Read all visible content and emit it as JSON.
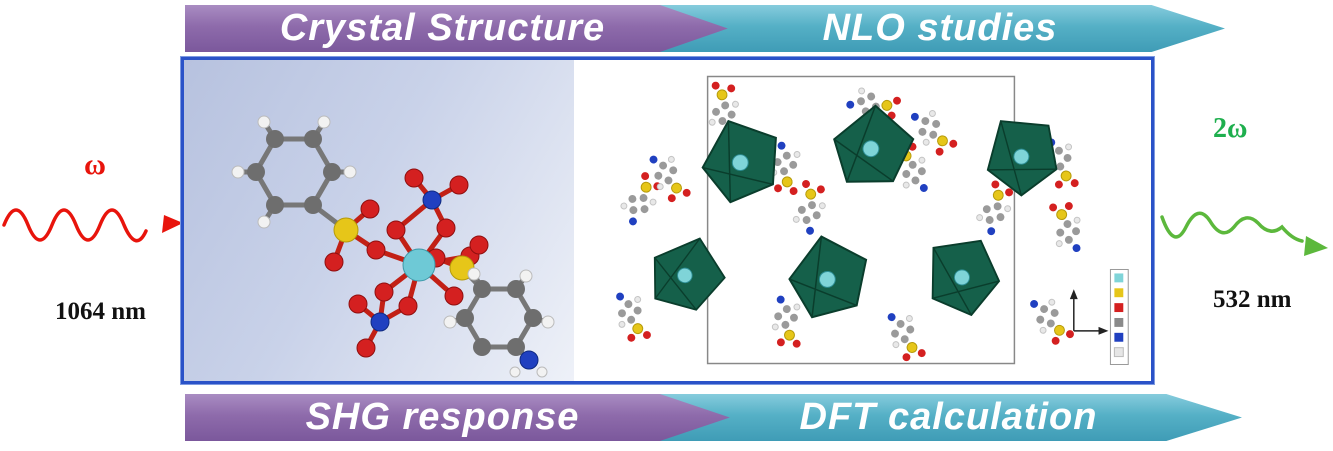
{
  "figure": {
    "type": "graphical-abstract",
    "banners": {
      "crystal_structure": "Crystal Structure",
      "nlo_studies": "NLO studies",
      "shg_response": "SHG response",
      "dft_calculation": "DFT calculation"
    },
    "input_beam": {
      "symbol": "ω",
      "wavelength": "1064 nm",
      "arrow": "red-wavy-arrow-pointing-right"
    },
    "output_beam": {
      "symbol": "2ω",
      "wavelength": "532 nm",
      "arrow": "green-wavy-arrow-pointing-right"
    },
    "images": {
      "left_panel": "ball-and-stick molecular structure of metal sulfanilate/nitrate complex",
      "right_panel": "crystal packing diagram with green coordination polyhedra inside unit cell, atom color legend and axis marker"
    },
    "colors": {
      "banner_purple": "#8e6bab",
      "banner_teal": "#55b0c6",
      "box_border_blue": "#2a52c8",
      "beam_red": "#e8140c",
      "beam_green": "#5cb83c",
      "polyhedron_green": "#15604a",
      "metal_cyan": "#6ec9d6",
      "oxygen_red": "#d42020",
      "nitrogen_blue": "#2040c0",
      "sulfur_yellow": "#e6c619",
      "carbon_gray": "#8a8a8a"
    }
  }
}
